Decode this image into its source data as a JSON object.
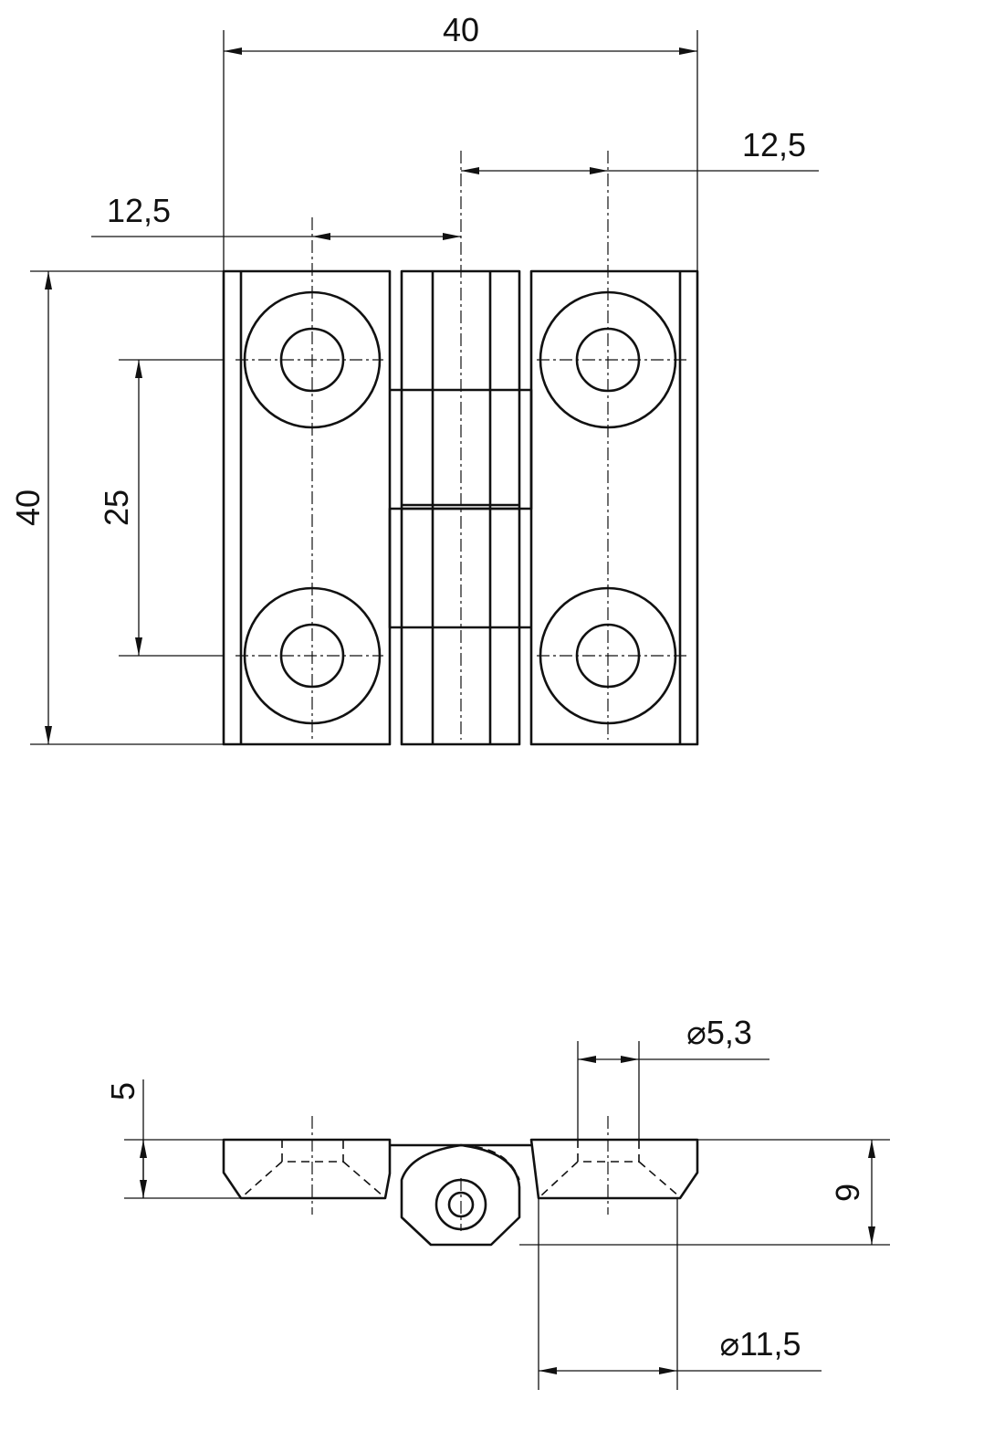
{
  "dimensions": {
    "top_width": "40",
    "right_offset": "12,5",
    "left_offset": "12,5",
    "height": "40",
    "hole_spacing": "25",
    "hole_diameter": "⌀5,3",
    "thickness": "5",
    "total_thickness": "9",
    "counterbore_diameter": "⌀11,5"
  }
}
